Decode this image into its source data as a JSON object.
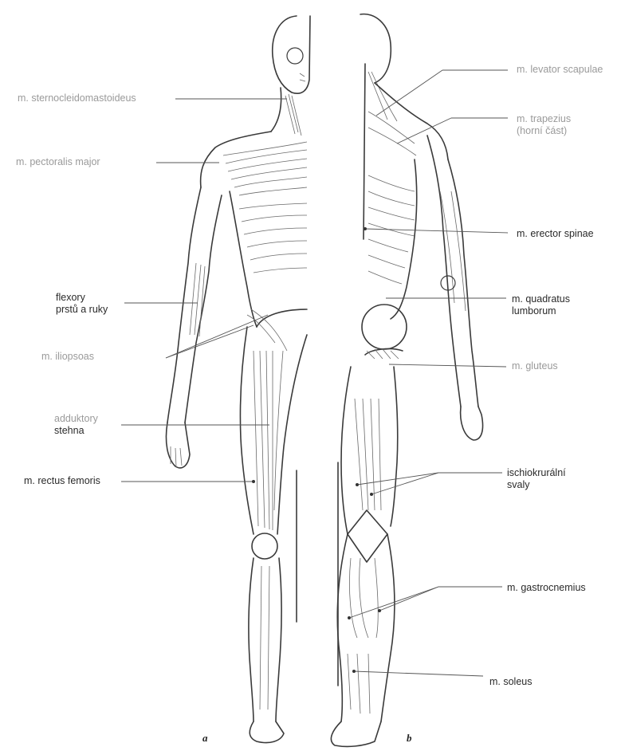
{
  "labels_left": {
    "sternocleidomastoideus": "m. sternocleidomastoideus",
    "pectoralis": "m. pectoralis major",
    "flexory_1": "flexory",
    "flexory_2": "prstů a ruky",
    "iliopsoas": "m. iliopsoas",
    "adduktory_1": "adduktory",
    "adduktory_2": "stehna",
    "rectus": "m. rectus femoris"
  },
  "labels_right": {
    "levator": "m. levator scapulae",
    "trapezius_1": "m. trapezius",
    "trapezius_2": "(horní část)",
    "erector": "m. erector spinae",
    "quadratus_1": "m. quadratus",
    "quadratus_2": "lumborum",
    "gluteus": "m. gluteus",
    "ischio_1": "ischiokrurální",
    "ischio_2": "svaly",
    "gastrocnemius": "m. gastrocnemius",
    "soleus": "m. soleus"
  },
  "panels": {
    "front": "a",
    "back": "b"
  }
}
